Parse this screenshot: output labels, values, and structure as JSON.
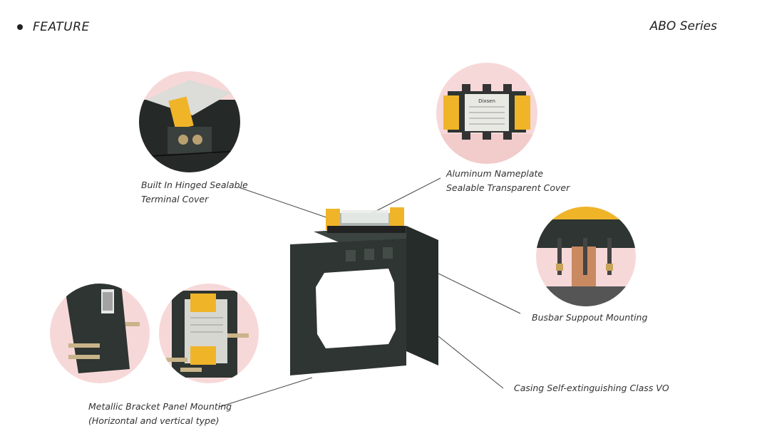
{
  "header": {
    "feature_label": "FEATURE",
    "series_label": "ABO Series"
  },
  "callouts": {
    "terminal_cover": {
      "line1": "Built In Hinged Sealable",
      "line2": "Terminal Cover"
    },
    "nameplate": {
      "line1": "Aluminum Nameplate",
      "line2": "Sealable Transparent Cover"
    },
    "busbar": {
      "line1": "Busbar Suppout Mounting"
    },
    "casing": {
      "line1": "Casing Self-extinguishing Class VO"
    },
    "bracket": {
      "line1": "Metallic Bracket Panel Mounting",
      "line2": "(Horizontal and vertical type)"
    }
  },
  "brand": {
    "nameplate_text": "Dixsen"
  },
  "colors": {
    "circle_bg": "#f7d8d8",
    "casing": "#2e3532",
    "accent_yellow": "#f0b429",
    "leader_line": "#444444"
  }
}
